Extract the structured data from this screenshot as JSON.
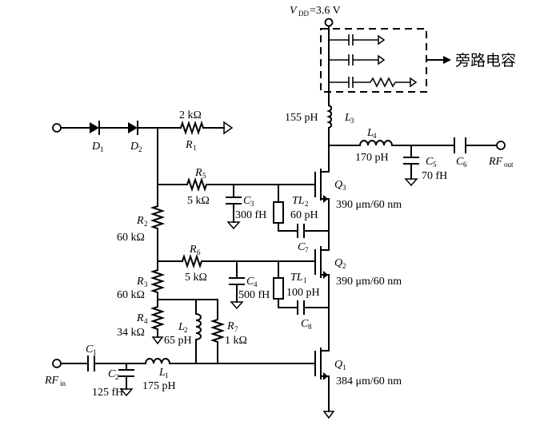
{
  "supply": {
    "label": "V",
    "sub": "DD",
    "value": "=3.6 V"
  },
  "bypass": {
    "label": "旁路电容"
  },
  "components": {
    "D1": {
      "letter": "D",
      "sub": "1"
    },
    "D2": {
      "letter": "D",
      "sub": "2"
    },
    "R1": {
      "letter": "R",
      "sub": "1",
      "value": "2 kΩ"
    },
    "R2": {
      "letter": "R",
      "sub": "2",
      "value": "60 kΩ"
    },
    "R3": {
      "letter": "R",
      "sub": "3",
      "value": "60 kΩ"
    },
    "R4": {
      "letter": "R",
      "sub": "4",
      "value": "34 kΩ"
    },
    "R5": {
      "letter": "R",
      "sub": "5",
      "value": "5 kΩ"
    },
    "R6": {
      "letter": "R",
      "sub": "6",
      "value": "5 kΩ"
    },
    "R7": {
      "letter": "R",
      "sub": "7",
      "value": "1 kΩ"
    },
    "C1": {
      "letter": "C",
      "sub": "1"
    },
    "C2": {
      "letter": "C",
      "sub": "2",
      "value": "125 fH"
    },
    "C3": {
      "letter": "C",
      "sub": "3",
      "value": "300 fH"
    },
    "C4": {
      "letter": "C",
      "sub": "4",
      "value": "500 fH"
    },
    "C5": {
      "letter": "C",
      "sub": "5",
      "value": "70 fH"
    },
    "C6": {
      "letter": "C",
      "sub": "6"
    },
    "C7": {
      "letter": "C",
      "sub": "7"
    },
    "C8": {
      "letter": "C",
      "sub": "8"
    },
    "L1": {
      "letter": "L",
      "sub": "1",
      "value": "175 pH"
    },
    "L2": {
      "letter": "L",
      "sub": "2",
      "value": "65 pH"
    },
    "L3": {
      "letter": "L",
      "sub": "3",
      "value": "155 pH"
    },
    "L4": {
      "letter": "L",
      "sub": "4",
      "value": "170 pH"
    },
    "TL1": {
      "letter": "TL",
      "sub": "1",
      "value": "100 pH"
    },
    "TL2": {
      "letter": "TL",
      "sub": "2",
      "value": "60 pH"
    },
    "Q1": {
      "letter": "Q",
      "sub": "1",
      "value": "384 μm/60 nm"
    },
    "Q2": {
      "letter": "Q",
      "sub": "2",
      "value": "390 μm/60 nm"
    },
    "Q3": {
      "letter": "Q",
      "sub": "3",
      "value": "390 μm/60 nm"
    }
  },
  "ports": {
    "rf_in": {
      "letter": "RF",
      "sub": "in"
    },
    "rf_out": {
      "letter": "RF",
      "sub": "out"
    }
  }
}
